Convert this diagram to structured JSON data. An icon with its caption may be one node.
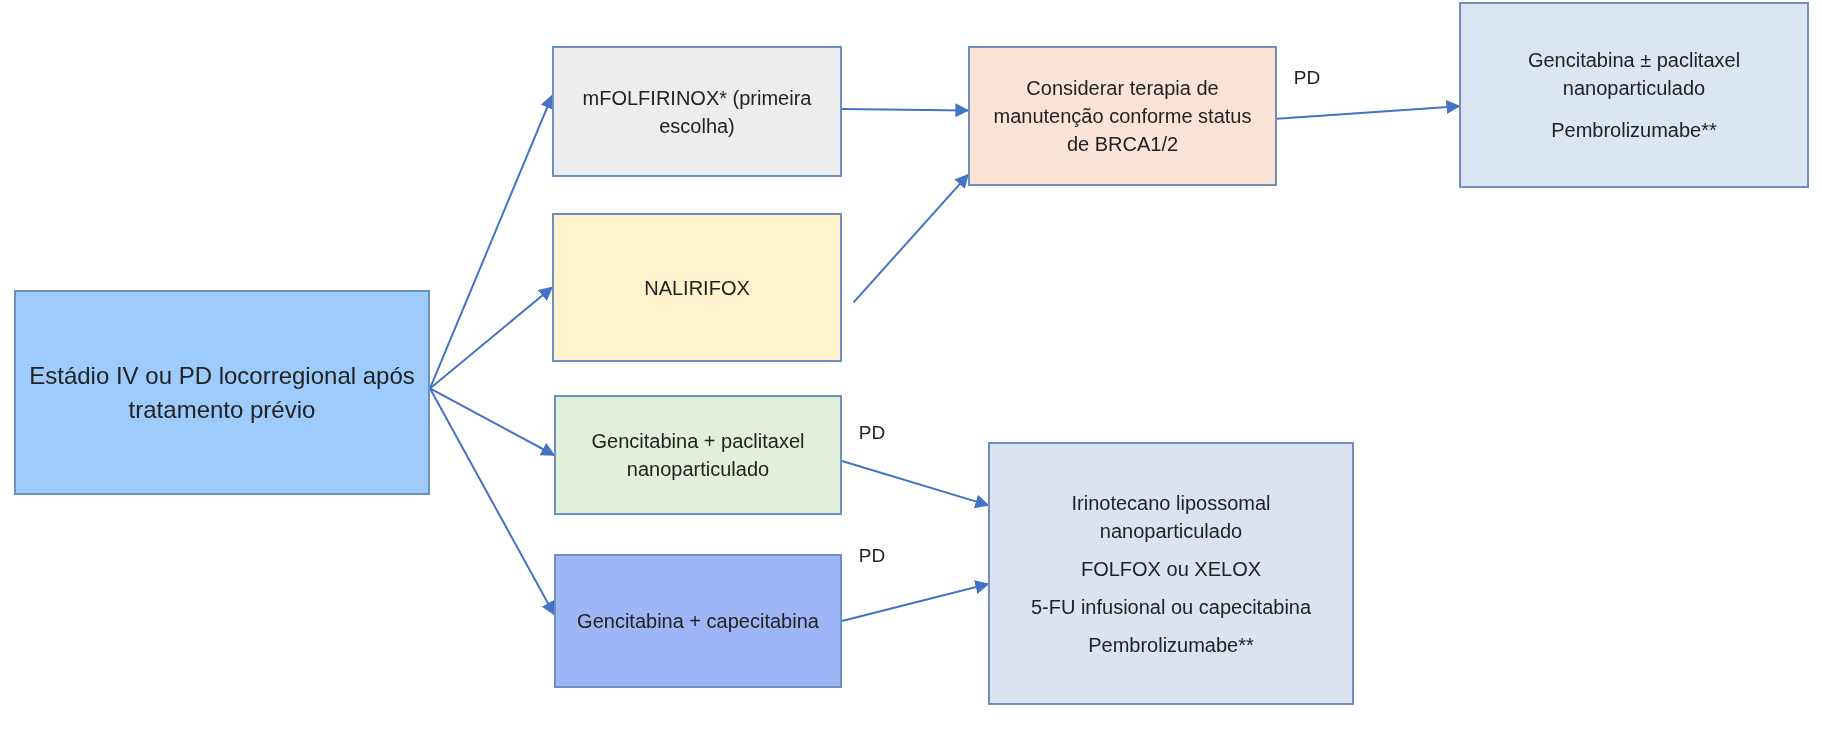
{
  "diagram": {
    "nodes": [
      {
        "text": [
          "Estádio IV ou PD locorregional após tratamento prévio"
        ]
      },
      {
        "text": [
          "mFOLFIRINOX* (primeira escolha)"
        ]
      },
      {
        "text": [
          "NALIRIFOX"
        ]
      },
      {
        "text": [
          "Gencitabina + paclitaxel nanoparticulado"
        ]
      },
      {
        "text": [
          "Gencitabina + capecitabina"
        ]
      },
      {
        "text": [
          "Considerar terapia de manutenção conforme status de BRCA1/2"
        ]
      },
      {
        "text": [
          "Gencitabina ± paclitaxel nanoparticulado",
          "Pembrolizumabe**"
        ]
      },
      {
        "text": [
          "Irinotecano lipossomal nanoparticulado",
          "FOLFOX ou XELOX",
          "5-FU infusional ou capecitabina",
          "Pembrolizumabe**"
        ]
      }
    ],
    "edges": [
      {
        "from": 0,
        "to": 1,
        "arrow": "to"
      },
      {
        "from": 0,
        "to": 2,
        "arrow": "to"
      },
      {
        "from": 0,
        "to": 3,
        "arrow": "to"
      },
      {
        "from": 0,
        "to": 4,
        "arrow": "to"
      },
      {
        "from": 1,
        "to": 5,
        "arrow": "to"
      },
      {
        "from": 2,
        "to": 5,
        "arrow": "to"
      },
      {
        "from": 5,
        "to": 6,
        "arrow": "to",
        "label": "PD"
      },
      {
        "from": 3,
        "to": 7,
        "arrow": "to",
        "label": "PD"
      },
      {
        "from": 4,
        "to": 7,
        "arrow": "to",
        "label": "PD"
      }
    ]
  }
}
